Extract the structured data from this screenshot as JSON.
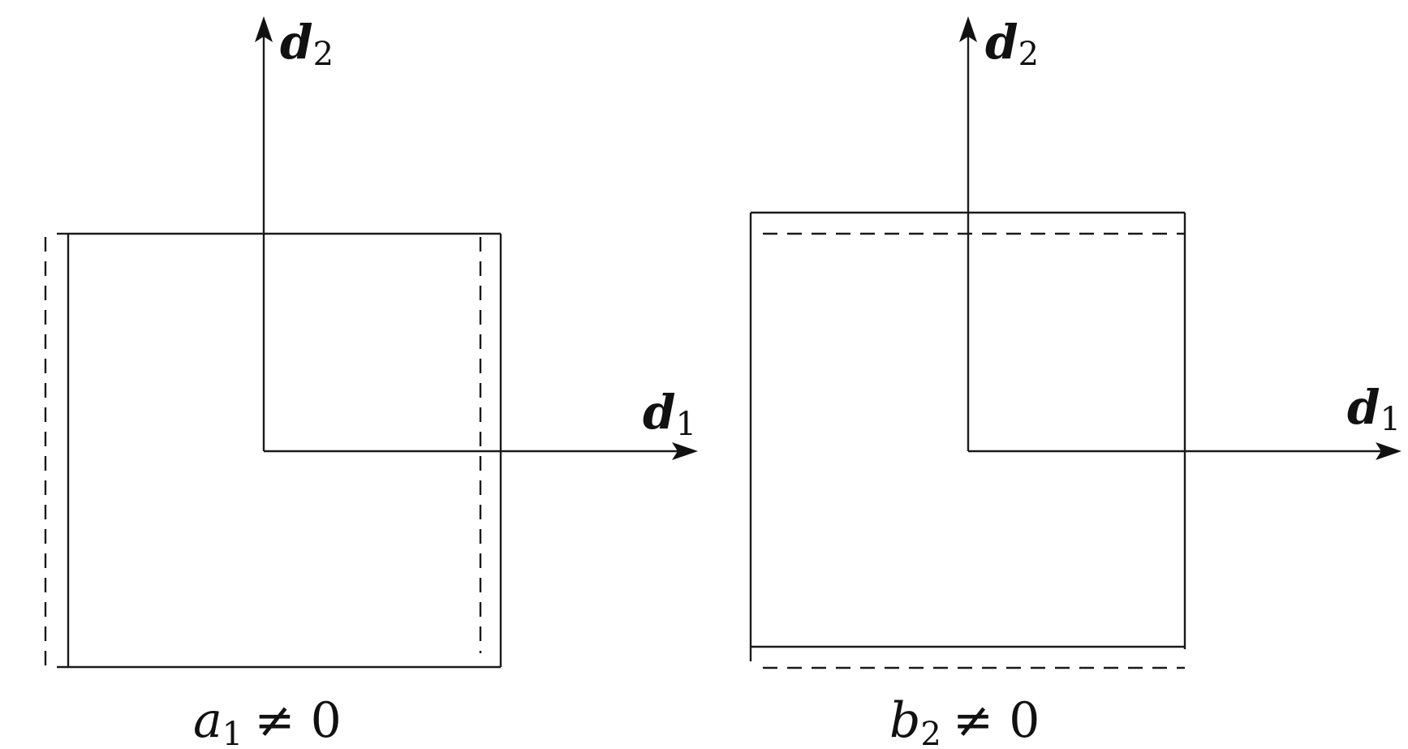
{
  "panels": [
    {
      "axis_x": {
        "symbol": "d",
        "subscript": "1"
      },
      "axis_y": {
        "symbol": "d",
        "subscript": "2"
      },
      "caption": {
        "symbol": "a",
        "subscript": "1",
        "relation": "≠ 0"
      }
    },
    {
      "axis_x": {
        "symbol": "d",
        "subscript": "1"
      },
      "axis_y": {
        "symbol": "d",
        "subscript": "2"
      },
      "caption": {
        "symbol": "b",
        "subscript": "2",
        "relation": "≠ 0"
      }
    }
  ]
}
